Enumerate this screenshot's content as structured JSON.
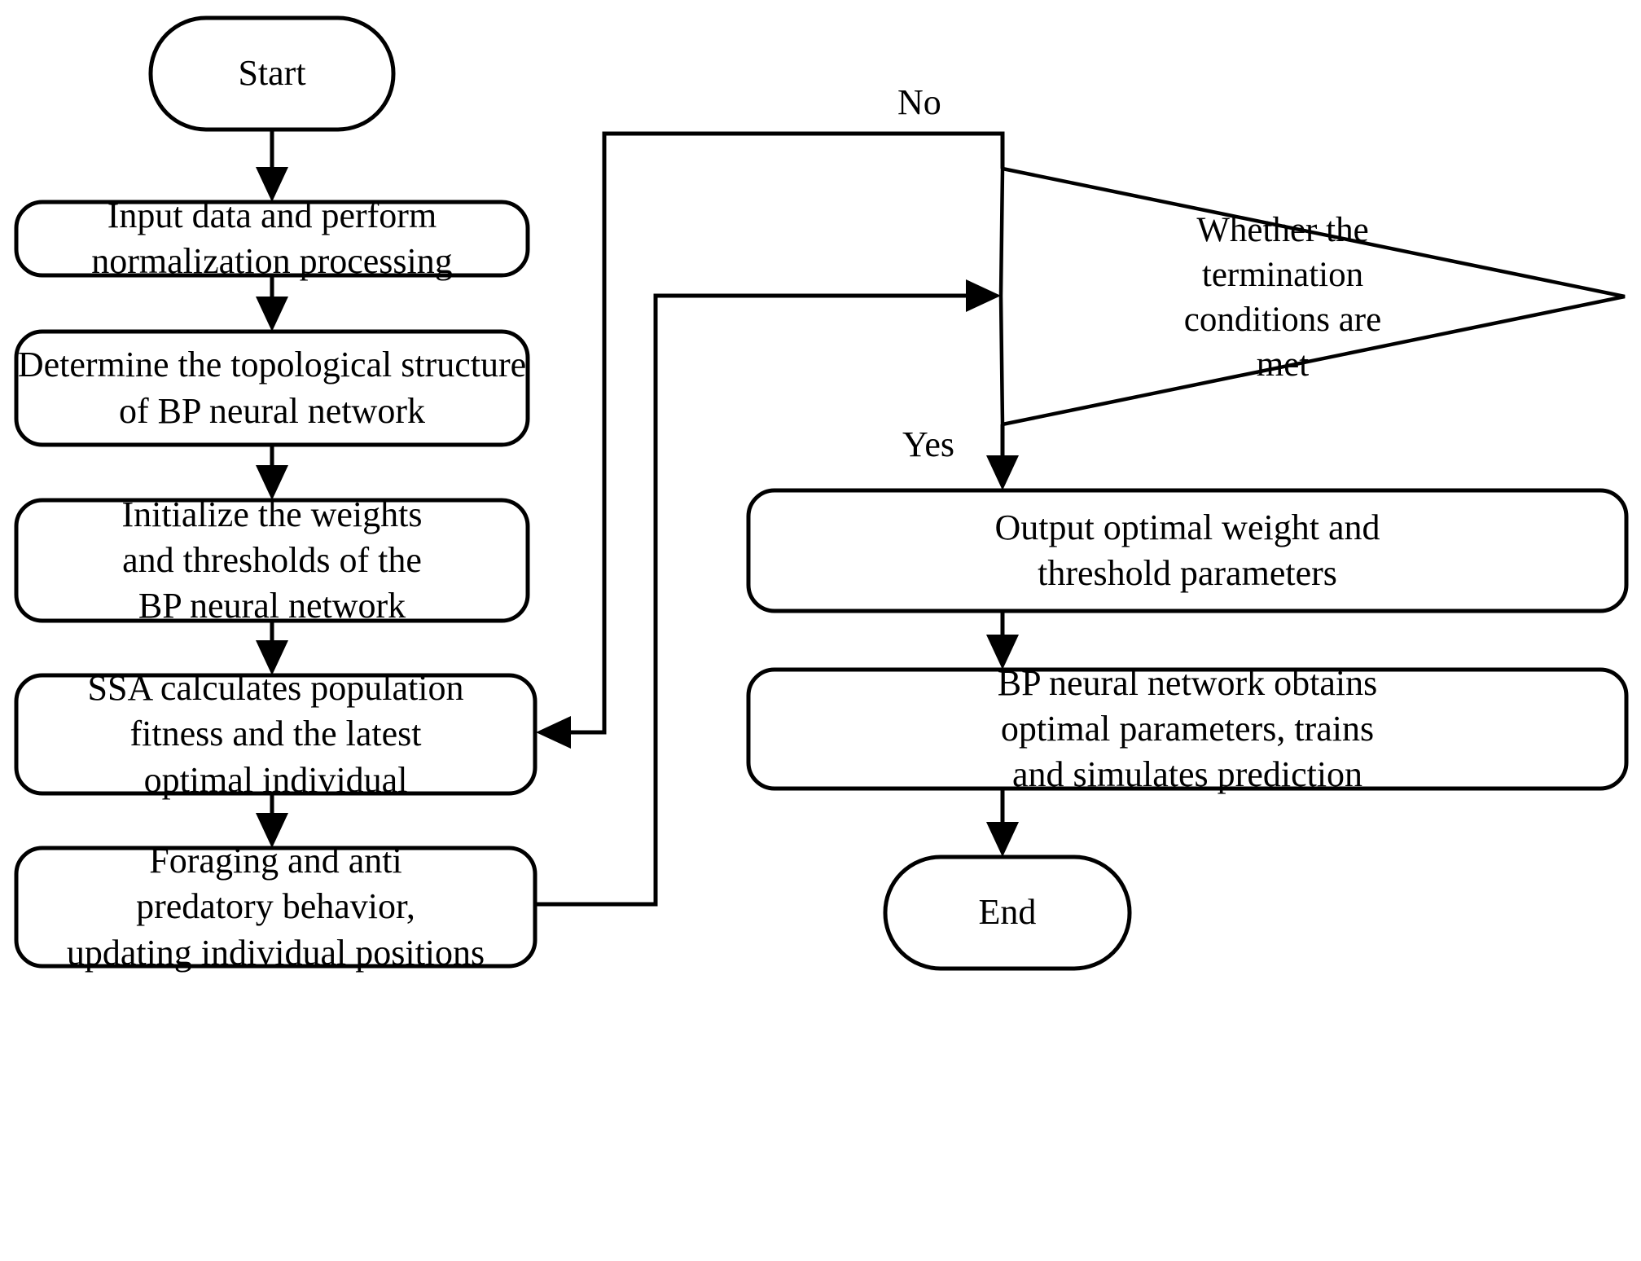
{
  "diagram": {
    "type": "flowchart",
    "title": "SSA-BP neural network optimization flowchart",
    "orientation": "two-column, top-to-bottom with feedback loop",
    "style": {
      "background": "#ffffff",
      "stroke": "#000000",
      "fill": "#ffffff",
      "text": "#000000"
    },
    "nodes": [
      {
        "id": "start",
        "shape": "terminator",
        "label": "Start"
      },
      {
        "id": "input",
        "shape": "process",
        "label": "Input data and perform\nnormalization processing"
      },
      {
        "id": "topology",
        "shape": "process",
        "label": "Determine the topological structure\nof BP neural network"
      },
      {
        "id": "initialize",
        "shape": "process",
        "label": "Initialize the weights\nand thresholds of the\nBP neural network"
      },
      {
        "id": "ssa",
        "shape": "process",
        "label": "SSA calculates population\nfitness and the latest\noptimal individual"
      },
      {
        "id": "foraging",
        "shape": "process",
        "label": "Foraging and anti\npredatory behavior,\nupdating individual positions"
      },
      {
        "id": "decision",
        "shape": "decision",
        "label": "Whether the\ntermination\nconditions are\nmet"
      },
      {
        "id": "output",
        "shape": "process",
        "label": "Output optimal weight and\nthreshold parameters"
      },
      {
        "id": "bptrain",
        "shape": "process",
        "label": "BP neural network obtains\noptimal parameters, trains\nand simulates prediction"
      },
      {
        "id": "end",
        "shape": "terminator",
        "label": "End"
      }
    ],
    "edges": [
      {
        "from": "start",
        "to": "input",
        "label": ""
      },
      {
        "from": "input",
        "to": "topology",
        "label": ""
      },
      {
        "from": "topology",
        "to": "initialize",
        "label": ""
      },
      {
        "from": "initialize",
        "to": "ssa",
        "label": ""
      },
      {
        "from": "ssa",
        "to": "foraging",
        "label": ""
      },
      {
        "from": "foraging",
        "to": "decision",
        "label": ""
      },
      {
        "from": "decision",
        "to": "ssa",
        "label": "No"
      },
      {
        "from": "decision",
        "to": "output",
        "label": "Yes"
      },
      {
        "from": "output",
        "to": "bptrain",
        "label": ""
      },
      {
        "from": "bptrain",
        "to": "end",
        "label": ""
      }
    ],
    "edge_labels": {
      "no": "No",
      "yes": "Yes"
    }
  }
}
